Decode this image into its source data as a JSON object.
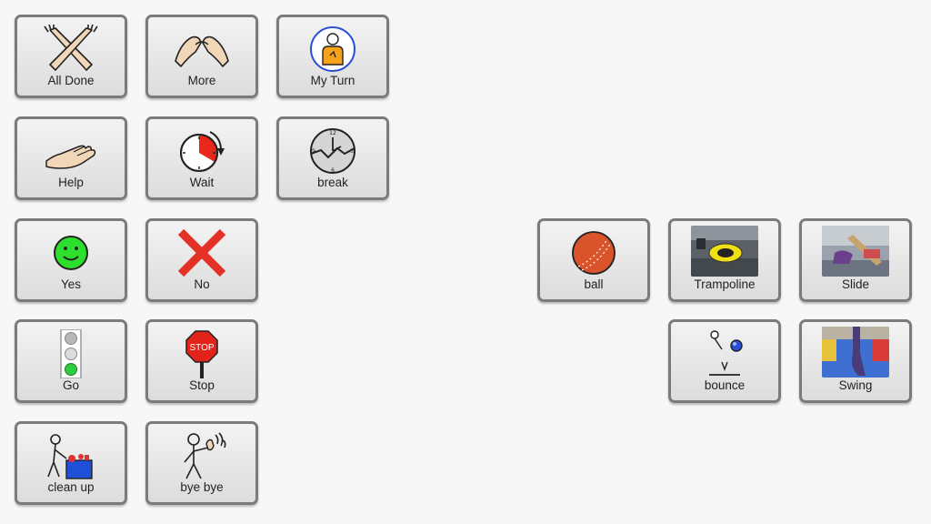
{
  "tiles": {
    "all_done": {
      "label": "All Done"
    },
    "more": {
      "label": "More"
    },
    "my_turn": {
      "label": "My Turn"
    },
    "help": {
      "label": "Help"
    },
    "wait": {
      "label": "Wait"
    },
    "break": {
      "label": "break"
    },
    "yes": {
      "label": "Yes"
    },
    "no": {
      "label": "No"
    },
    "go": {
      "label": "Go"
    },
    "stop": {
      "label": "Stop",
      "sign_text": "STOP"
    },
    "clean_up": {
      "label": "clean up"
    },
    "bye_bye": {
      "label": "bye bye"
    },
    "ball": {
      "label": "ball"
    },
    "trampoline": {
      "label": "Trampoline"
    },
    "slide": {
      "label": "Slide"
    },
    "bounce": {
      "label": "bounce"
    },
    "swing": {
      "label": "Swing"
    }
  },
  "colors": {
    "tile_border": "#7b7b7b",
    "yes_green": "#2ee02e",
    "no_red": "#e33125",
    "stop_red": "#e2231a",
    "ball_orange": "#d9532b",
    "my_turn_orange": "#f7a21b",
    "wait_red": "#e8281b"
  }
}
